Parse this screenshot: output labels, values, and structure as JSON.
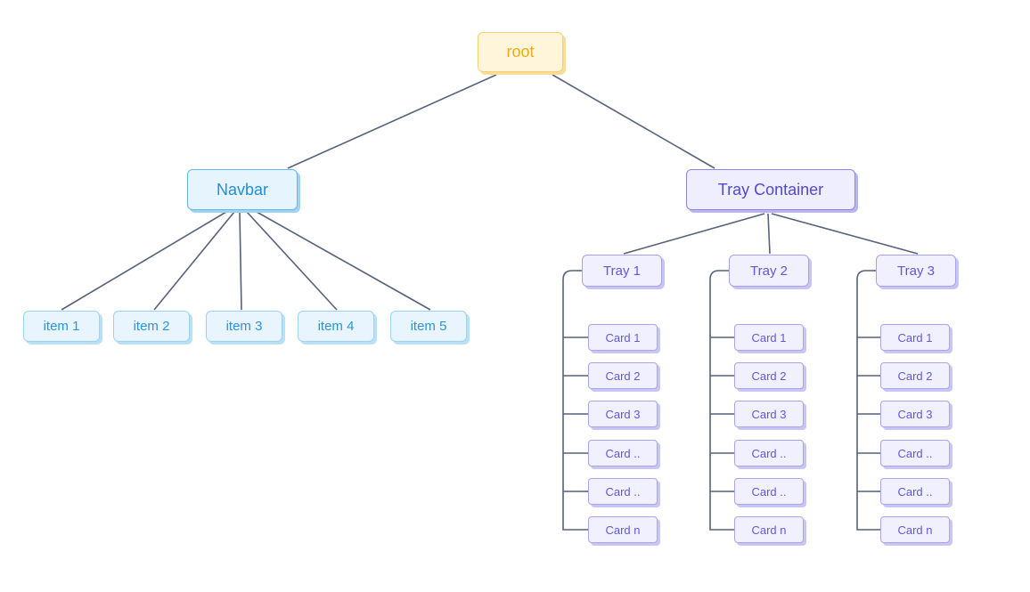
{
  "root": {
    "label": "root"
  },
  "navbar": {
    "label": "Navbar",
    "items": [
      "item 1",
      "item 2",
      "item 3",
      "item 4",
      "item 5"
    ]
  },
  "tray_container": {
    "label": "Tray Container",
    "trays": [
      {
        "label": "Tray 1",
        "cards": [
          "Card 1",
          "Card 2",
          "Card 3",
          "Card ..",
          "Card ..",
          "Card n"
        ]
      },
      {
        "label": "Tray 2",
        "cards": [
          "Card 1",
          "Card 2",
          "Card 3",
          "Card ..",
          "Card ..",
          "Card n"
        ]
      },
      {
        "label": "Tray 3",
        "cards": [
          "Card 1",
          "Card 2",
          "Card 3",
          "Card ..",
          "Card ..",
          "Card n"
        ]
      }
    ]
  },
  "colors": {
    "connector": "#56627a",
    "root": "#f0a81e",
    "navbar": "#1f8fd8",
    "tray": "#5347d9"
  }
}
